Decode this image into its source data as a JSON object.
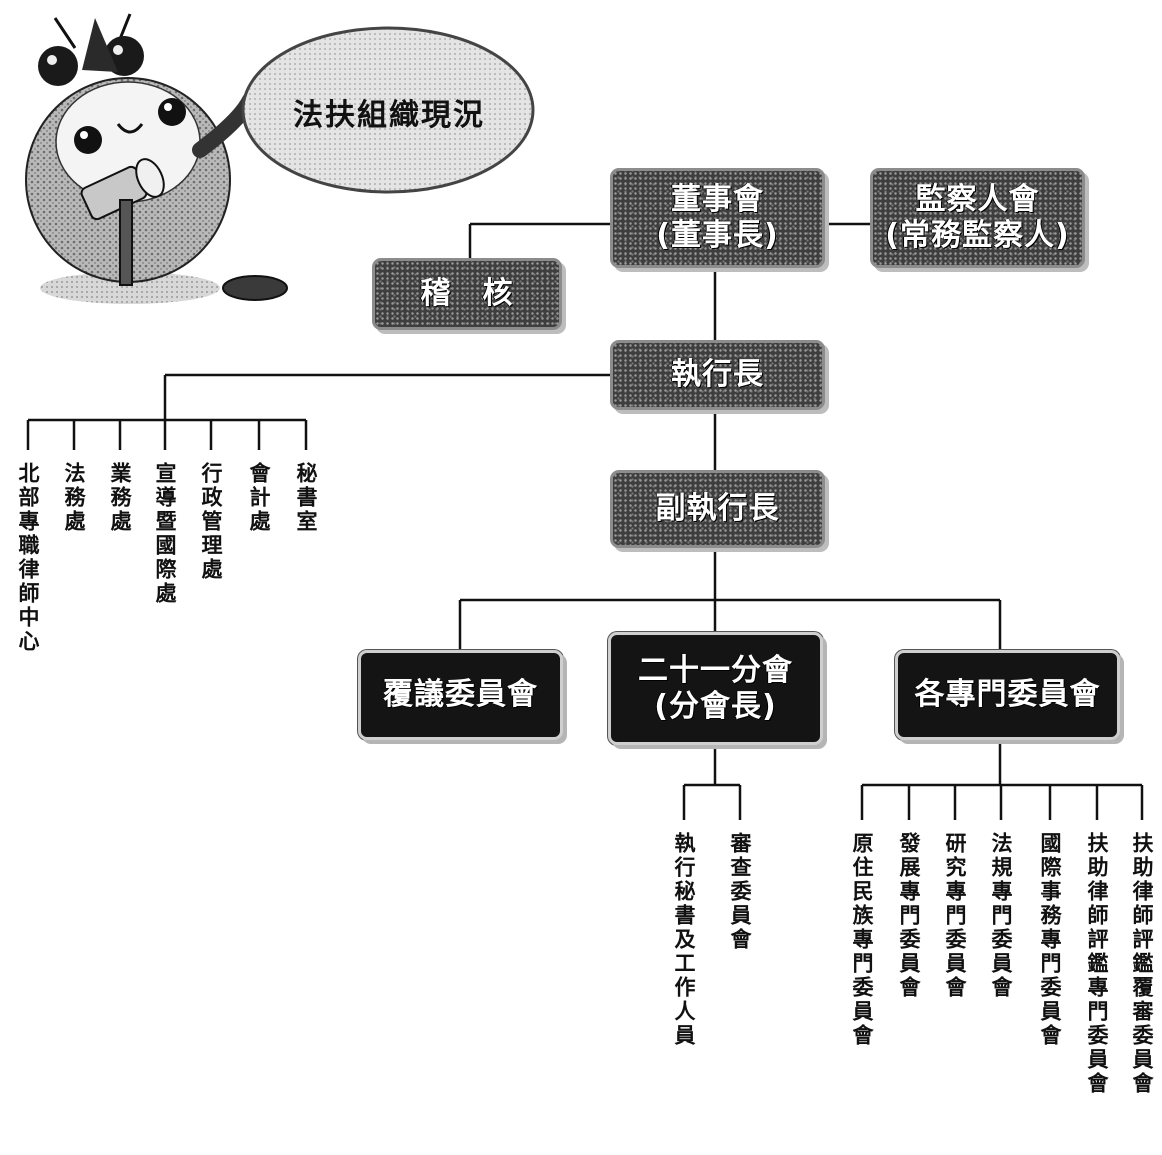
{
  "title": "法扶組織現況",
  "boxes": {
    "board": [
      "董事會",
      "(董事長)"
    ],
    "supervisors": [
      "監察人會",
      "(常務監察人)"
    ],
    "audit": [
      "稽　核"
    ],
    "ceo": [
      "執行長"
    ],
    "deputy": [
      "副執行長"
    ],
    "review": [
      "覆議委員會"
    ],
    "branches": [
      "二十一分會",
      "(分會長)"
    ],
    "committees": [
      "各專門委員會"
    ]
  },
  "ceo_units": [
    "北部專職律師中心",
    "法務處",
    "業務處",
    "宣導暨國際處",
    "行政管理處",
    "會計處",
    "秘書室"
  ],
  "branch_units": [
    "執行秘書及工作人員",
    "審查委員會"
  ],
  "committee_units": [
    "原住民族專門委員會",
    "發展專門委員會",
    "研究專門委員會",
    "法規專門委員會",
    "國際事務專門委員會",
    "扶助律師評鑑專門委員會",
    "扶助律師評鑑覆審委員會"
  ]
}
